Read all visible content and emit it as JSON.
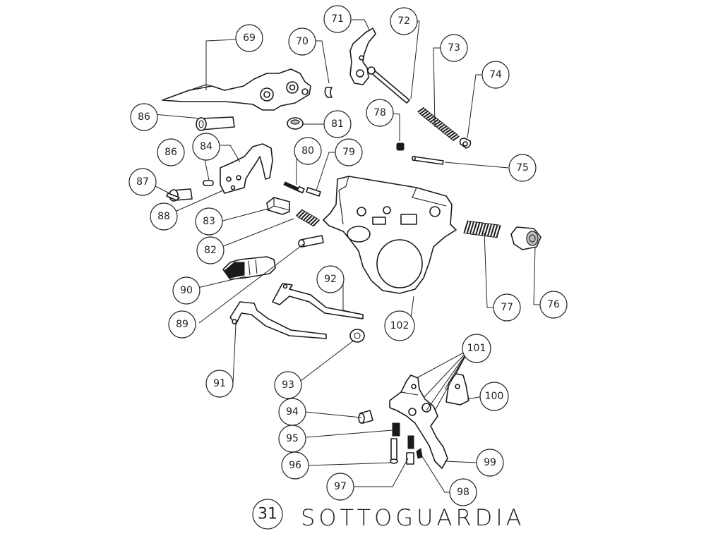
{
  "diagram": {
    "number": "31",
    "title": "SOTTOGUARDIA",
    "part_labels": {
      "p69": "69",
      "p70": "70",
      "p71": "71",
      "p72": "72",
      "p73": "73",
      "p74": "74",
      "p75": "75",
      "p76": "76",
      "p77": "77",
      "p78": "78",
      "p79": "79",
      "p80": "80",
      "p81": "81",
      "p82": "82",
      "p83": "83",
      "p84": "84",
      "p86a": "86",
      "p86b": "86",
      "p87": "87",
      "p88": "88",
      "p89": "89",
      "p90": "90",
      "p91": "91",
      "p92": "92",
      "p93": "93",
      "p94": "94",
      "p95": "95",
      "p96": "96",
      "p97": "97",
      "p98": "98",
      "p99": "99",
      "p100": "100",
      "p101": "101",
      "p102": "102"
    }
  }
}
